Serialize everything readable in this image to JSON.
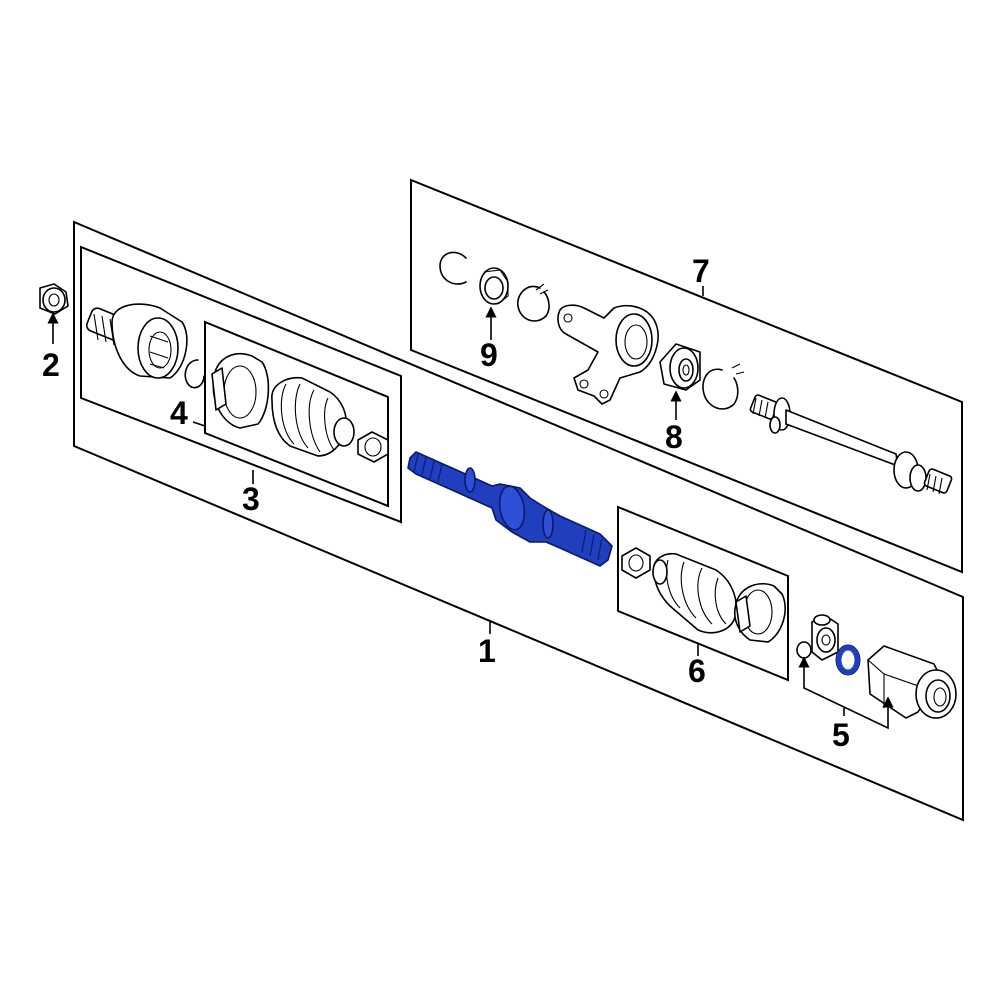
{
  "highlight_color": "#1f3fbf",
  "callouts": [
    {
      "id": "1",
      "text": "1"
    },
    {
      "id": "2",
      "text": "2"
    },
    {
      "id": "3",
      "text": "3"
    },
    {
      "id": "4",
      "text": "4"
    },
    {
      "id": "5",
      "text": "5"
    },
    {
      "id": "6",
      "text": "6"
    },
    {
      "id": "7",
      "text": "7"
    },
    {
      "id": "8",
      "text": "8"
    },
    {
      "id": "9",
      "text": "9"
    }
  ]
}
